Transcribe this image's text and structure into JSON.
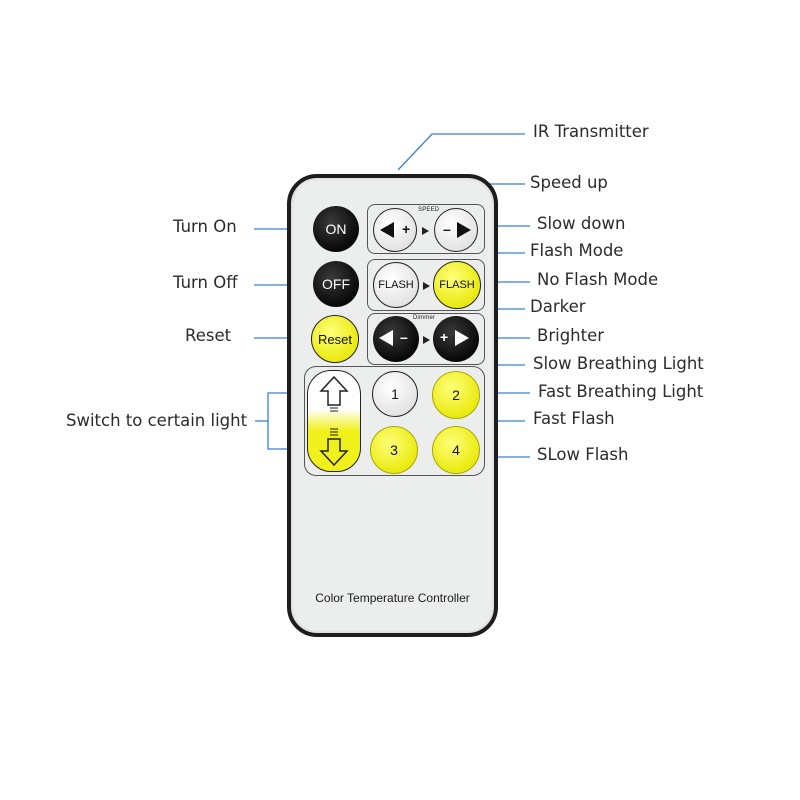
{
  "remote": {
    "footer": "Color Temperature Controller",
    "speed_caption": "SPEED",
    "dimmer_caption": "Dimmer",
    "buttons": {
      "on": "ON",
      "off": "OFF",
      "reset": "Reset",
      "flash_white": "FLASH",
      "flash_yellow": "FLASH",
      "speed_plus": "+",
      "speed_minus": "–",
      "dim_minus": "–",
      "dim_plus": "+",
      "one": "1",
      "two": "2",
      "three": "3",
      "four": "4"
    }
  },
  "labels": {
    "ir_transmitter": "IR Transmitter",
    "speed_up": "Speed up",
    "slow_down": "Slow down",
    "flash_mode": "Flash Mode",
    "no_flash_mode": "No Flash Mode",
    "darker": "Darker",
    "brighter": "Brighter",
    "slow_breathing": "Slow Breathing Light",
    "fast_breathing": "Fast Breathing Light",
    "fast_flash": "Fast Flash",
    "slow_flash": "SLow Flash",
    "turn_on": "Turn On",
    "turn_off": "Turn Off",
    "reset": "Reset",
    "switch_light": "Switch to certain light"
  },
  "colors": {
    "leader_line": "#3b7fd6",
    "button_yellow": "#f2f21c",
    "button_black": "#111111",
    "remote_body": "#eceeed"
  }
}
